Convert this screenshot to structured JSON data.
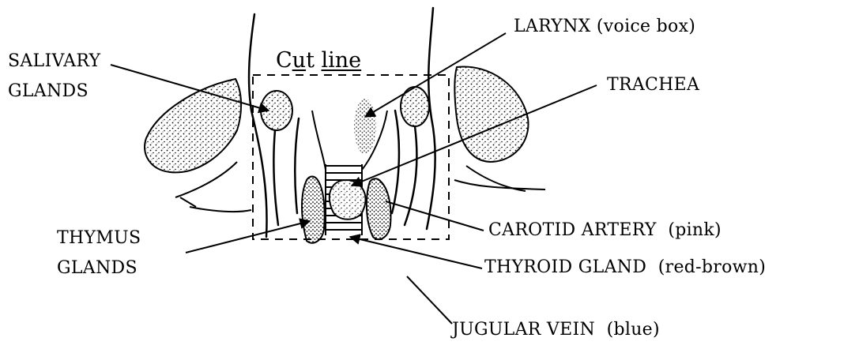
{
  "labels": {
    "salivary_glands": [
      "SALIVARY",
      "GLANDS"
    ],
    "cut_line": {
      "prefix": "C",
      "u1": "u",
      "mid": "t ",
      "u2": "line",
      "suffix": ""
    },
    "larynx": "LARYNX (voice box)",
    "trachea": "TRACHEA",
    "thymus_glands": [
      "THYMUS",
      "GLANDS"
    ],
    "carotid_artery": "CAROTID ARTERY  (pink)",
    "thyroid_gland": "THYROID GLAND  (red-brown)",
    "jugular_vein": "JUGULAR VEIN  (blue)"
  },
  "colors": {
    "ink": "#000000",
    "background": "#ffffff"
  }
}
